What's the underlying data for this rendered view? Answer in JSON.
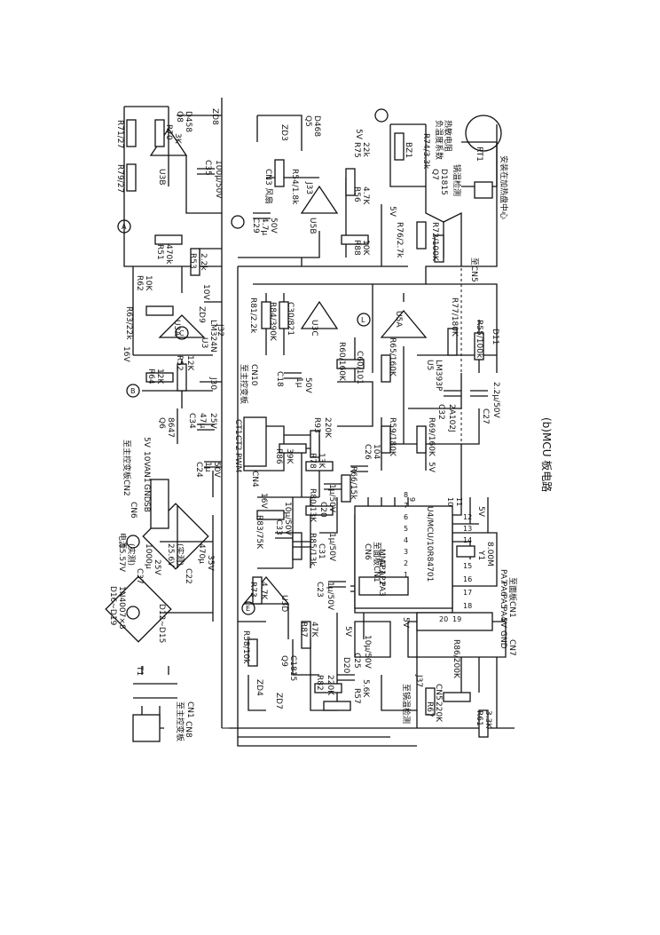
{
  "caption": "(b)MCU 板电路",
  "power": {
    "t1": "T1",
    "t1_conn": "至主控变板",
    "t1_cn": "CN1",
    "cn8": "CN8",
    "d16_19": "D16~D19",
    "d16_type": "1N4007×8",
    "d12_15": "D12~D15",
    "label_power": "电源",
    "c37": "C37",
    "c37_v1": "15.57V",
    "c37_v2": "(实测)",
    "c37_val": "1000μ",
    "c37_volt": "25V",
    "c22": "C22",
    "c22_v1": "25.6V",
    "c22_v2": "(实测)",
    "c22_val": "470μ",
    "c22_volt": "35V"
  },
  "cn6": {
    "title": "至主控变板CN2",
    "cn6_label": "CN6",
    "pins": [
      "SB",
      "GND",
      "AN1",
      "10V",
      "5V"
    ],
    "c24": "C24",
    "c24_val": "1μ",
    "c24_v": "50V"
  },
  "cn4": {
    "title": "至主控变板",
    "cn10": "CN10",
    "pins": [
      "PWM",
      "CT2",
      "CT1"
    ],
    "label": "CN4"
  },
  "drivers": {
    "q8": "Q8",
    "q8_type": "D458",
    "zd8": "ZD8",
    "r70": "R70",
    "r70_val": "3K",
    "r71": "R71/27",
    "r79": "R79/27",
    "u3b": "U3B",
    "c35": "C35",
    "c35_val": "100μ/50V",
    "r51": "R51",
    "r51_val": "470k",
    "r53": "R53",
    "r53_val": "2.2k",
    "v10": "10V",
    "r62": "R62",
    "r62_val": "10K",
    "r63": "R63/22k",
    "v16": "16V",
    "u3a": "U3A",
    "u3": "U3",
    "u3_type": "LM324N",
    "zd9": "ZD9",
    "j32": "J32",
    "r64": "R64",
    "r64_val": "12K",
    "r52": "R52",
    "r52_val": "12K",
    "q6": "Q6",
    "q6_type": "8647",
    "c34": "C34",
    "c34_val": "47μ",
    "c34_v": "25V",
    "j30": "J30",
    "node_a": "A",
    "node_b": "B",
    "node_c": "C",
    "node_l": "L",
    "node_e": "E"
  },
  "fan": {
    "q5": "Q5",
    "q5_type": "D468",
    "zd3": "ZD3",
    "cn3": "CN3 风扇",
    "r54": "R54/1.8k",
    "u5b": "U5B",
    "r75": "R75",
    "r75_val": "22k",
    "v5": "5V",
    "r56": "R56",
    "r56_val": "4.7K",
    "c29": "C29",
    "c29_val": "4.7μ",
    "c29_v": "50V",
    "j33": "J33",
    "r88": "R88",
    "r88_val": "10K"
  },
  "buzzer": {
    "bz1": "BZ1",
    "r74": "R74/3.3k",
    "q7": "Q7",
    "q7_type": "D1815",
    "r76": "R76/2.7k",
    "v5": "5V",
    "r72": "R72/100K",
    "note1": "负温度系数",
    "note2": "热敏电阻",
    "note3": "锅温检测",
    "note4": "安装在加热盘中心",
    "rt1": "RT1",
    "to_cn5": "至CN5"
  },
  "comparators": {
    "r81": "R81/2.2k",
    "r84": "R84/390K",
    "c30": "C30/821",
    "u3c": "U3C",
    "r60": "R60/160K",
    "c60": "C60/101",
    "u5a": "U5A",
    "u5": "U5",
    "u5_type": "LM393P",
    "r65": "R65/160K",
    "r77": "R77/180K",
    "r55": "R55/100k",
    "d11": "D11",
    "c27": "C27",
    "c27_val": "2.2μ/50V",
    "c32": "C32",
    "c32_val": "2A102J",
    "r59": "R59/180K",
    "r69": "R69/160K",
    "c18": "C18",
    "c18_val": "1μ",
    "c18_v": "50V",
    "r86": "R86",
    "r86_val": "39K",
    "r93": "R93",
    "r93_val": "220K",
    "r78": "R78",
    "r78_val": "13K",
    "r66": "R66/15k",
    "c26": "C26",
    "c26_val": "104",
    "r80": "R80/13K",
    "c20": "C20",
    "c20_val": "1μ/50V",
    "r85": "R85/13k",
    "c31": "C31",
    "c31_val": "1μ/50V",
    "r83": "R83/75K",
    "v16": "16V",
    "c33": "C33",
    "c33_val": "10μ/50V",
    "r73": "R73",
    "r73_val": "4.7K",
    "u3d": "U3D",
    "c23": "C23",
    "c23_val": "1μ/50V",
    "r58": "R58/10k",
    "zd4": "ZD4",
    "zd7": "ZD7",
    "q9": "Q9",
    "q9_type": "C1815",
    "r87": "R87",
    "r87_val": "47K",
    "r82": "R82",
    "r82_val": "220K",
    "r57": "R57",
    "r57_val": "5.6K",
    "d20": "D20",
    "c25": "C25",
    "c25_val": "10μ/50V",
    "v5": "5V"
  },
  "mcu": {
    "label": "U4/MCU/10R84701",
    "cn6_top": "CN6",
    "cn6_top_label": "至面板CN1",
    "top_pins": [
      "PA3",
      "AP2",
      "AP1",
      "MM2"
    ],
    "bottom_pins": [
      "GND",
      "5V",
      "PA4",
      "PA5",
      "PA6",
      "PA7"
    ],
    "cn7": "CN7",
    "cn7_label": "至面板CN1",
    "y1": "Y1",
    "y1_val": "8.00M",
    "v5": "5V",
    "pin_numbers": [
      "1",
      "2",
      "3",
      "4",
      "5",
      "6",
      "7",
      "8",
      "9",
      "10",
      "11",
      "12",
      "13",
      "14",
      "15",
      "16",
      "17",
      "18",
      "19",
      "20"
    ],
    "pot_label": "至锅温检测",
    "cn5": "CN5",
    "r67": "R67",
    "r67_val": "220K",
    "r61": "R61",
    "r61_val": "3.3K",
    "r86b": "R86/200K",
    "j37": "J37"
  }
}
